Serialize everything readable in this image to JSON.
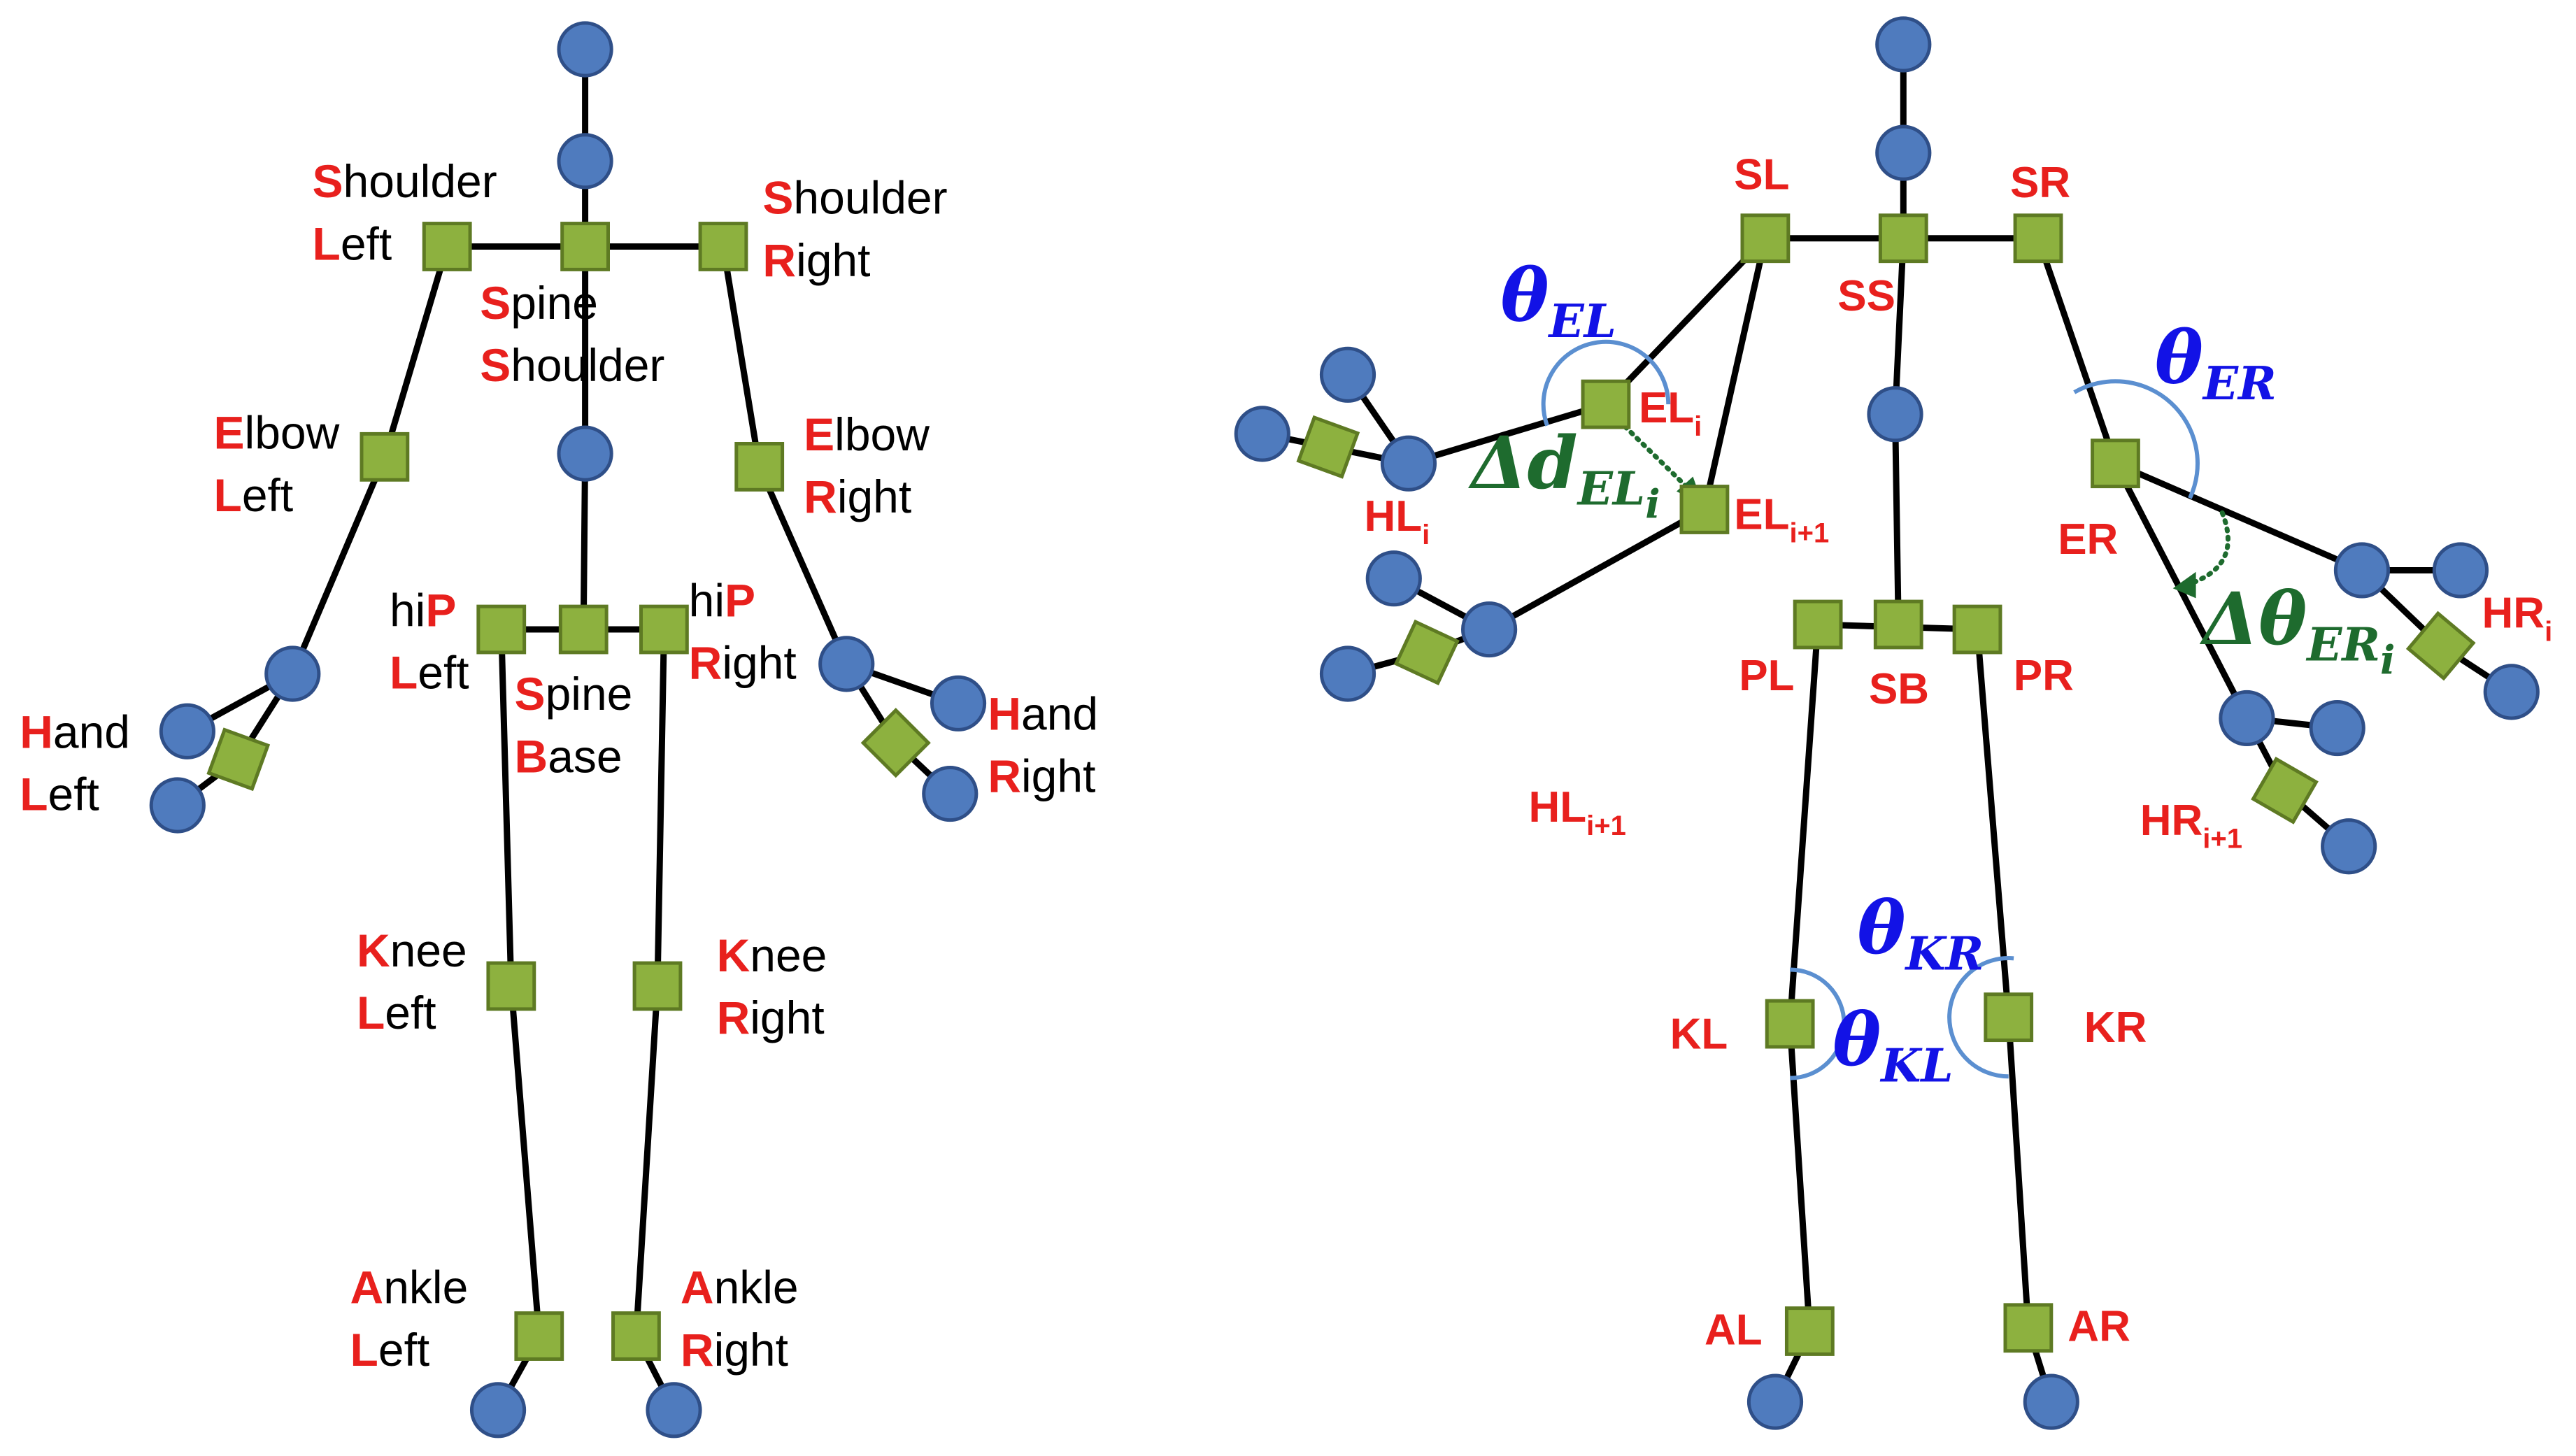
{
  "left_skeleton": {
    "labels": {
      "shoulder_left": [
        {
          "h": "S",
          "r": "houlder"
        },
        {
          "h": "L",
          "r": "eft"
        }
      ],
      "shoulder_right": [
        {
          "h": "S",
          "r": "houlder"
        },
        {
          "h": "R",
          "r": "ight"
        }
      ],
      "spine_shoulder": [
        {
          "h": "S",
          "r": "pine"
        },
        {
          "h": "S",
          "r": "houlder"
        }
      ],
      "elbow_left": [
        {
          "h": "E",
          "r": "lbow"
        },
        {
          "h": "L",
          "r": "eft"
        }
      ],
      "elbow_right": [
        {
          "h": "E",
          "r": "lbow"
        },
        {
          "h": "R",
          "r": "ight"
        }
      ],
      "hip_left": [
        {
          "h": "P",
          "pre": "hi",
          "r": ""
        },
        {
          "h": "L",
          "r": "eft"
        }
      ],
      "hip_right": [
        {
          "h": "P",
          "pre": "hi",
          "r": ""
        },
        {
          "h": "R",
          "r": "ight"
        }
      ],
      "spine_base": [
        {
          "h": "S",
          "r": "pine"
        },
        {
          "h": "B",
          "r": "ase"
        }
      ],
      "hand_left": [
        {
          "h": "H",
          "r": "and"
        },
        {
          "h": "L",
          "r": "eft"
        }
      ],
      "hand_right": [
        {
          "h": "H",
          "r": "and"
        },
        {
          "h": "R",
          "r": "ight"
        }
      ],
      "knee_left": [
        {
          "h": "K",
          "r": "nee"
        },
        {
          "h": "L",
          "r": "eft"
        }
      ],
      "knee_right": [
        {
          "h": "K",
          "r": "nee"
        },
        {
          "h": "R",
          "r": "ight"
        }
      ],
      "ankle_left": [
        {
          "h": "A",
          "r": "nkle"
        },
        {
          "h": "L",
          "r": "eft"
        }
      ],
      "ankle_right": [
        {
          "h": "A",
          "r": "nkle"
        },
        {
          "h": "R",
          "r": "ight"
        }
      ]
    }
  },
  "right_skeleton": {
    "abbreviations": {
      "sl": "SL",
      "sr": "SR",
      "ss": "SS",
      "el_i": {
        "main": "EL",
        "sub": "i"
      },
      "el_i1": {
        "main": "EL",
        "sub": "i+1"
      },
      "er": "ER",
      "hl_i": {
        "main": "HL",
        "sub": "i"
      },
      "hl_i1": {
        "main": "HL",
        "sub": "i+1"
      },
      "hr_i": {
        "main": "HR",
        "sub": "i"
      },
      "hr_i1": {
        "main": "HR",
        "sub": "i+1"
      },
      "pl": "PL",
      "sb": "SB",
      "pr": "PR",
      "kl": "KL",
      "kr": "KR",
      "al": "AL",
      "ar": "AR"
    },
    "angles": {
      "theta_el": {
        "symbol": "θ",
        "sub": "EL"
      },
      "theta_er": {
        "symbol": "θ",
        "sub": "ER"
      },
      "theta_kr": {
        "symbol": "θ",
        "sub": "KR"
      },
      "theta_kl": {
        "symbol": "θ",
        "sub": "KL"
      },
      "delta_d_el": {
        "symbol": "Δd",
        "sub": "EL",
        "subsub": "i"
      },
      "delta_theta_er": {
        "symbol": "Δθ",
        "sub": "ER",
        "subsub": "i"
      }
    }
  },
  "colors": {
    "highlight_letter": "#E8201D",
    "joint_circle": "#4F7BBE",
    "joint_square": "#8DB13F",
    "theta_blue": "#1212E6",
    "delta_green": "#1E6B2E",
    "bone": "#000000"
  }
}
